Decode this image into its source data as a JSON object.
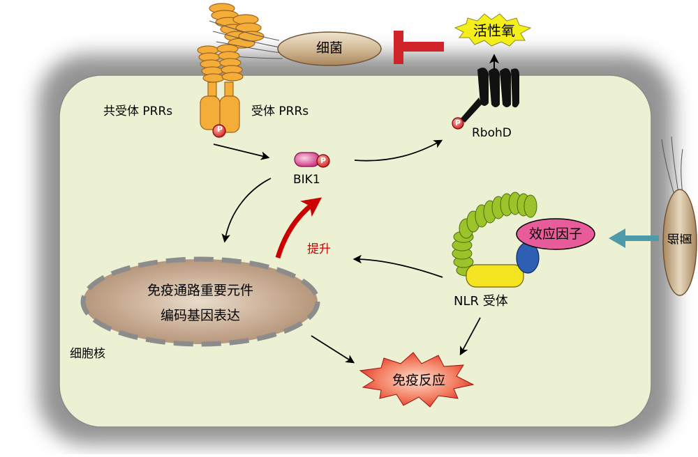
{
  "labels": {
    "bacteria_top": "细菌",
    "ros": "活性氧",
    "co_receptor": "共受体 PRRs",
    "receptor": "受体 PRRs",
    "rbohd": "RbohD",
    "bik1": "BIK1",
    "enhance": "提升",
    "effector": "效应因子",
    "bacteria_right": "细菌",
    "nucleus_gene_line1": "免疫通路重要元件",
    "nucleus_gene_line2": "编码基因表达",
    "nucleus": "细胞核",
    "nlr_receptor": "NLR 受体",
    "immune_response": "免疫反应",
    "phospho": "P"
  },
  "colors": {
    "cytoplasm": "#edf1d3",
    "cell_border": "#888888",
    "prr_orange": "#f5ad3a",
    "prr_stroke": "#a0651a",
    "bacteria_fill": "#d2bd9a",
    "ros_yellow": "#f4ee1b",
    "inhibit_red": "#d1232a",
    "bik1_pink": "#e24a8c",
    "enhance_arrow": "#cc0000",
    "effector_pink": "#e85c9c",
    "nlr_green": "#9cc42a",
    "nlr_yellow": "#f3e321",
    "nlr_blue": "#2f5fb3",
    "teal_arrow": "#4d9ba8",
    "nucleus_fill": "#b89a80",
    "immune_star": "#e32720"
  }
}
